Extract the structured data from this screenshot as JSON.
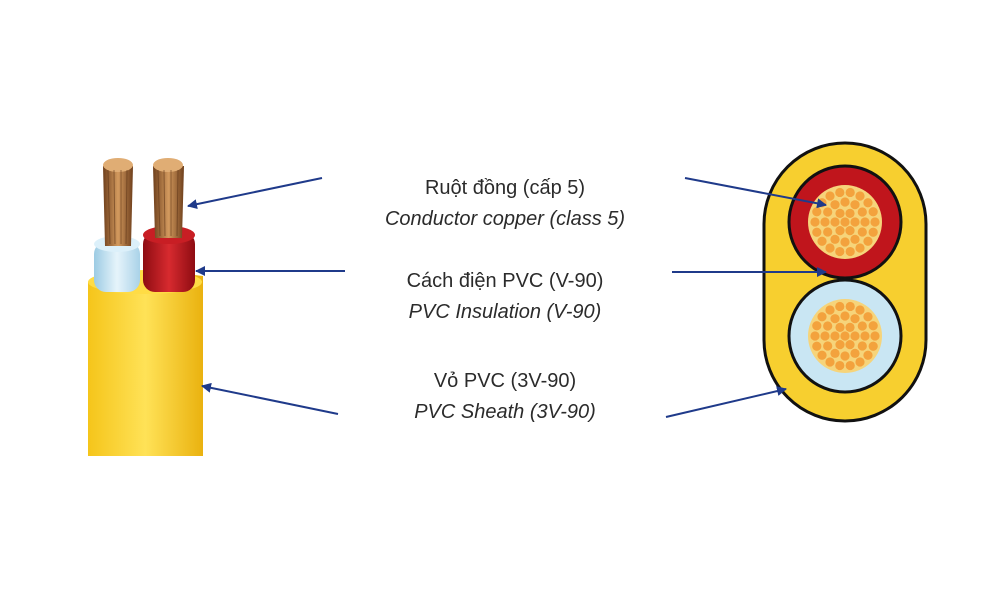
{
  "labels": [
    {
      "vi": "Ruột đồng (cấp 5)",
      "en": "Conductor copper (class 5)"
    },
    {
      "vi": "Cách điện PVC (V-90)",
      "en": "PVC Insulation (V-90)"
    },
    {
      "vi": "Vỏ PVC (3V-90)",
      "en": "PVC Sheath (3V-90)"
    }
  ],
  "colors": {
    "sheath": "#f7cf2f",
    "insulation_red": "#c0151c",
    "insulation_blue": "#c9e6f3",
    "copper": "#b0713c",
    "strand": "#f3a23d",
    "arrow": "#1f3a8a",
    "text": "#2b2b2b"
  }
}
